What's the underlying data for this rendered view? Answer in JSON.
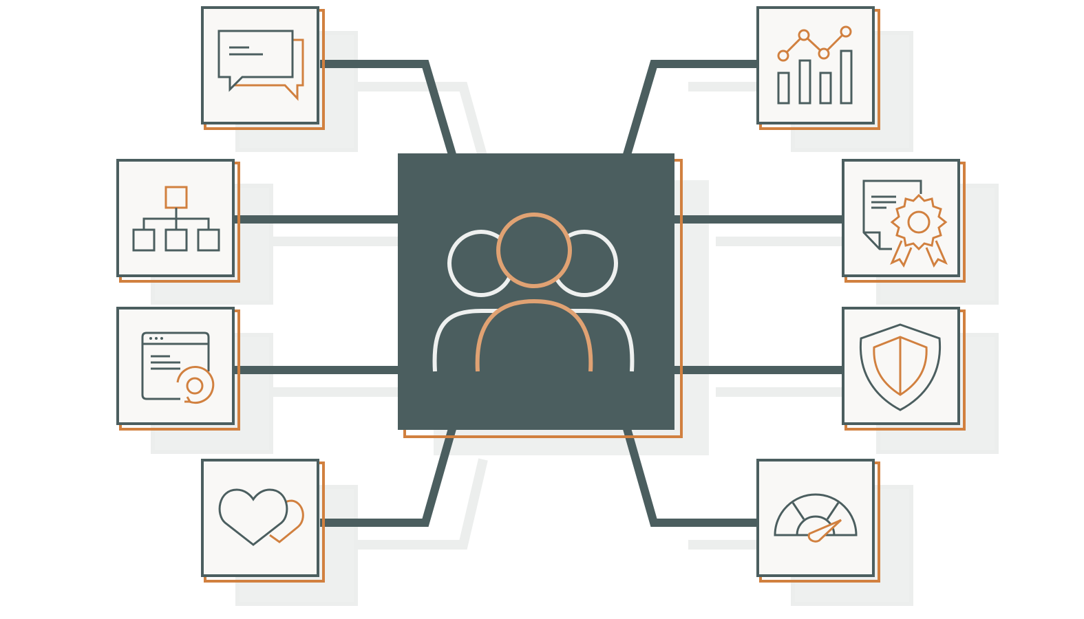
{
  "diagram": {
    "center": {
      "icon": "people-group-icon"
    },
    "nodes": [
      {
        "id": "chat",
        "icon": "chat-bubbles-icon",
        "side": "left"
      },
      {
        "id": "org",
        "icon": "org-chart-icon",
        "side": "left"
      },
      {
        "id": "web",
        "icon": "web-settings-icon",
        "side": "left"
      },
      {
        "id": "heart",
        "icon": "hearts-icon",
        "side": "left"
      },
      {
        "id": "analytics",
        "icon": "analytics-chart-icon",
        "side": "right"
      },
      {
        "id": "certificate",
        "icon": "certificate-badge-icon",
        "side": "right"
      },
      {
        "id": "shield",
        "icon": "shield-icon",
        "side": "right"
      },
      {
        "id": "gauge",
        "icon": "speed-gauge-icon",
        "side": "right"
      }
    ]
  },
  "colors": {
    "slate": "#4b5e5f",
    "orange": "#d1803f",
    "peach": "#e0a273",
    "tile": "#f9f8f6",
    "shadow": "#eceeed",
    "white": "#ffffff",
    "light": "#eef0ef"
  }
}
